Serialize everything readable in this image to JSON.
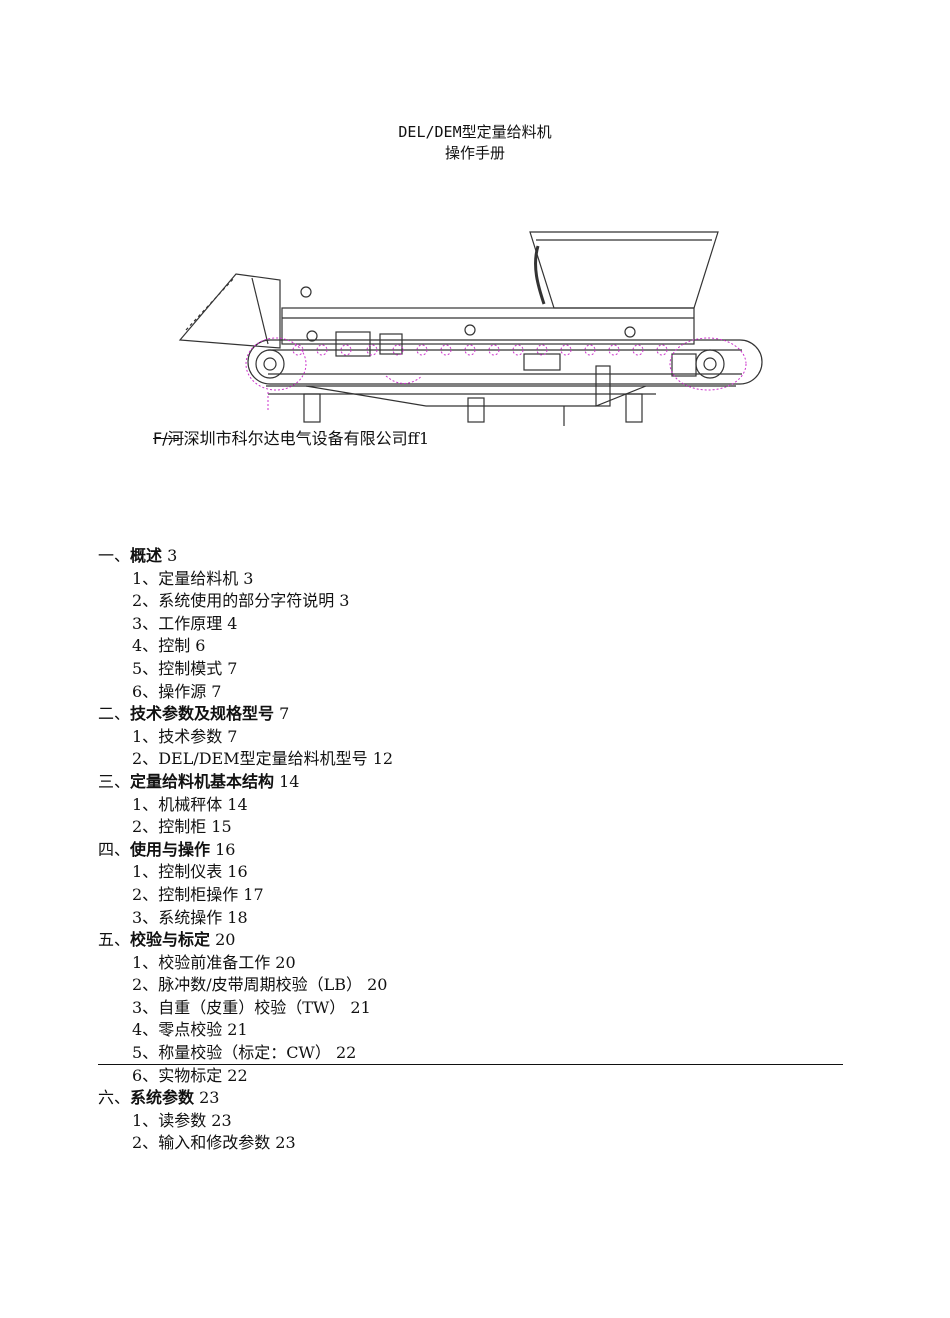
{
  "document": {
    "title_line1": "DEL/DEM型定量给料机",
    "title_line2": "操作手册",
    "company_mark": "F/河",
    "company_text": "深圳市科尔达电气设备有限公司ff1"
  },
  "toc": {
    "sections": [
      {
        "prefix": "一、",
        "title": "概述",
        "page": "3",
        "items": [
          {
            "num": "1、",
            "text": "定量给料机",
            "page": "3"
          },
          {
            "num": "2、",
            "text": "系统使用的部分字符说明",
            "page": "3"
          },
          {
            "num": "3、",
            "text": "工作原理",
            "page": "4"
          },
          {
            "num": "4、",
            "text": "控制",
            "page": "6"
          },
          {
            "num": "5、",
            "text": "控制模式",
            "page": "7"
          },
          {
            "num": "6、",
            "text": "操作源",
            "page": "7"
          }
        ]
      },
      {
        "prefix": "二、",
        "title": "技术参数及规格型号",
        "page": "7",
        "items": [
          {
            "num": "1、",
            "text": "技术参数",
            "page": "7"
          },
          {
            "num": "2、",
            "text": "DEL/DEM型定量给料机型号",
            "page": "12"
          }
        ]
      },
      {
        "prefix": "三、",
        "title": "定量给料机基本结构",
        "page": "14",
        "items": [
          {
            "num": "1、",
            "text": "机械秤体",
            "page": "14"
          },
          {
            "num": "2、",
            "text": "控制柜",
            "page": "15"
          }
        ]
      },
      {
        "prefix": "四、",
        "title": "使用与操作",
        "page": "16",
        "items": [
          {
            "num": "1、",
            "text": "控制仪表",
            "page": "16"
          },
          {
            "num": "2、",
            "text": "控制柜操作",
            "page": "17"
          },
          {
            "num": "3、",
            "text": "系统操作",
            "page": "18"
          }
        ]
      },
      {
        "prefix": "五、",
        "title": "校验与标定",
        "page": "20",
        "items": [
          {
            "num": "1、",
            "text": "校验前准备工作",
            "page": "20"
          },
          {
            "num": "2、",
            "text": "脉冲数/皮带周期校验（LB）",
            "page": "20"
          },
          {
            "num": "3、",
            "text": "自重（皮重）校验（TW）",
            "page": "21"
          },
          {
            "num": "4、",
            "text": "零点校验",
            "page": "21"
          },
          {
            "num": "5、",
            "text": "称量校验（标定：CW）",
            "page": "22"
          },
          {
            "num": "6、",
            "text": "实物标定",
            "page": "22"
          }
        ]
      },
      {
        "prefix": "六、",
        "title": "系统参数",
        "page": "23",
        "items": [
          {
            "num": "1、",
            "text": "读参数",
            "page": "23"
          },
          {
            "num": "2、",
            "text": "输入和修改参数",
            "page": "23"
          }
        ]
      }
    ]
  }
}
